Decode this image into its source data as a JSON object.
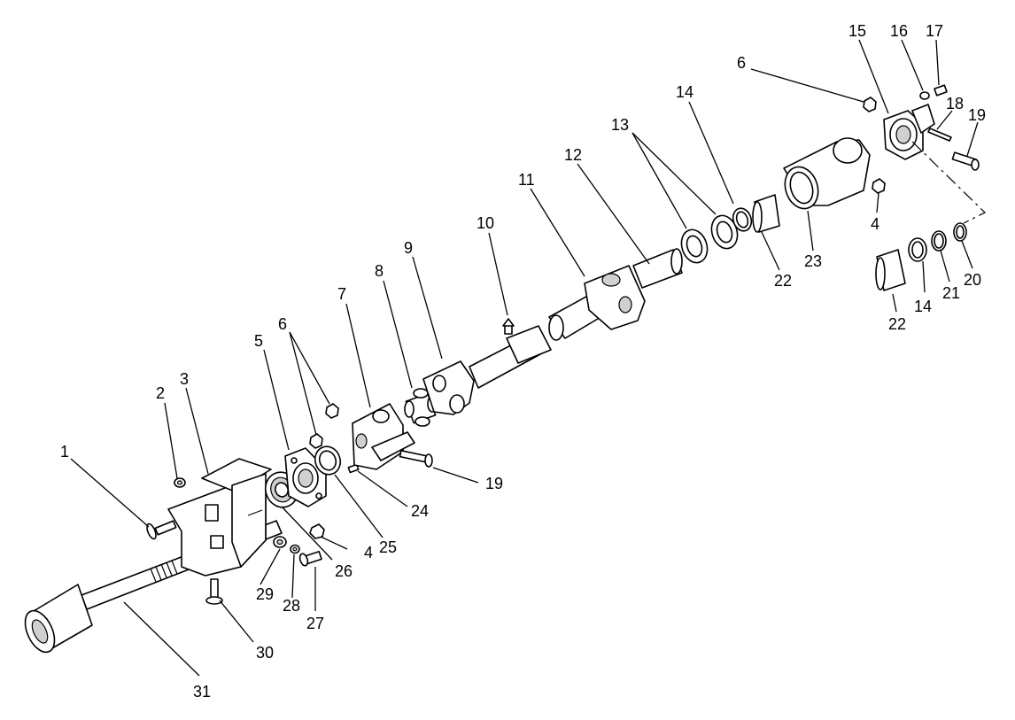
{
  "palette": {
    "line": "#000000",
    "fill": "#ffffff",
    "shade": "#d0d0d0"
  },
  "callouts": [
    {
      "id": "c1",
      "text": "1"
    },
    {
      "id": "c2",
      "text": "2"
    },
    {
      "id": "c3",
      "text": "3"
    },
    {
      "id": "c4a",
      "text": "4"
    },
    {
      "id": "c4b",
      "text": "4"
    },
    {
      "id": "c5",
      "text": "5"
    },
    {
      "id": "c6a",
      "text": "6"
    },
    {
      "id": "c6b",
      "text": "6"
    },
    {
      "id": "c7",
      "text": "7"
    },
    {
      "id": "c8",
      "text": "8"
    },
    {
      "id": "c9",
      "text": "9"
    },
    {
      "id": "c10",
      "text": "10"
    },
    {
      "id": "c11",
      "text": "11"
    },
    {
      "id": "c12",
      "text": "12"
    },
    {
      "id": "c13",
      "text": "13"
    },
    {
      "id": "c14a",
      "text": "14"
    },
    {
      "id": "c14b",
      "text": "14"
    },
    {
      "id": "c15",
      "text": "15"
    },
    {
      "id": "c16",
      "text": "16"
    },
    {
      "id": "c17",
      "text": "17"
    },
    {
      "id": "c18",
      "text": "18"
    },
    {
      "id": "c19a",
      "text": "19"
    },
    {
      "id": "c19b",
      "text": "19"
    },
    {
      "id": "c20",
      "text": "20"
    },
    {
      "id": "c21",
      "text": "21"
    },
    {
      "id": "c22a",
      "text": "22"
    },
    {
      "id": "c22b",
      "text": "22"
    },
    {
      "id": "c23",
      "text": "23"
    },
    {
      "id": "c24",
      "text": "24"
    },
    {
      "id": "c25",
      "text": "25"
    },
    {
      "id": "c26",
      "text": "26"
    },
    {
      "id": "c27",
      "text": "27"
    },
    {
      "id": "c28",
      "text": "28"
    },
    {
      "id": "c29",
      "text": "29"
    },
    {
      "id": "c30",
      "text": "30"
    },
    {
      "id": "c31",
      "text": "31"
    }
  ]
}
